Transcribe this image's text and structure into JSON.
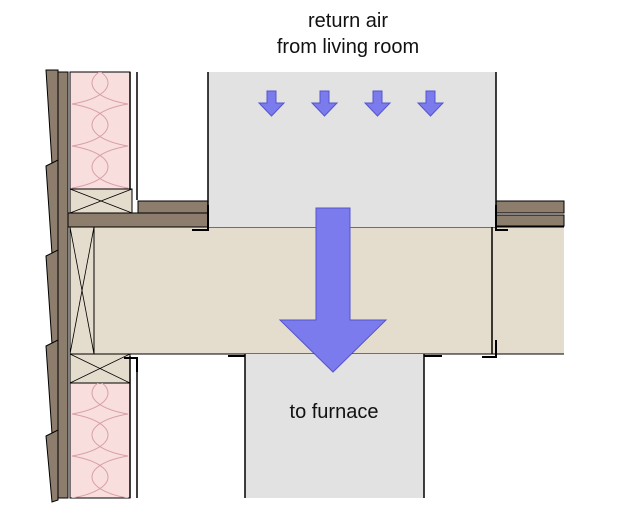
{
  "labels": {
    "return_air_line1": "return air",
    "return_air_line2": "from living room",
    "to_furnace": "to furnace"
  },
  "colors": {
    "duct_fill": "#e2e2e2",
    "joist_fill": "#e4dccc",
    "subfloor_fill": "#8c7d6c",
    "insulation_fill": "#f9dede",
    "insulation_pattern": "#d8a0a8",
    "arrow_fill": "#7b7bee",
    "arrow_stroke": "#5555cc",
    "outline": "#000000"
  },
  "icons": {
    "small_arrows": [
      "down-arrow-icon",
      "down-arrow-icon",
      "down-arrow-icon",
      "down-arrow-icon"
    ],
    "big_arrow": "large-down-arrow-icon"
  }
}
